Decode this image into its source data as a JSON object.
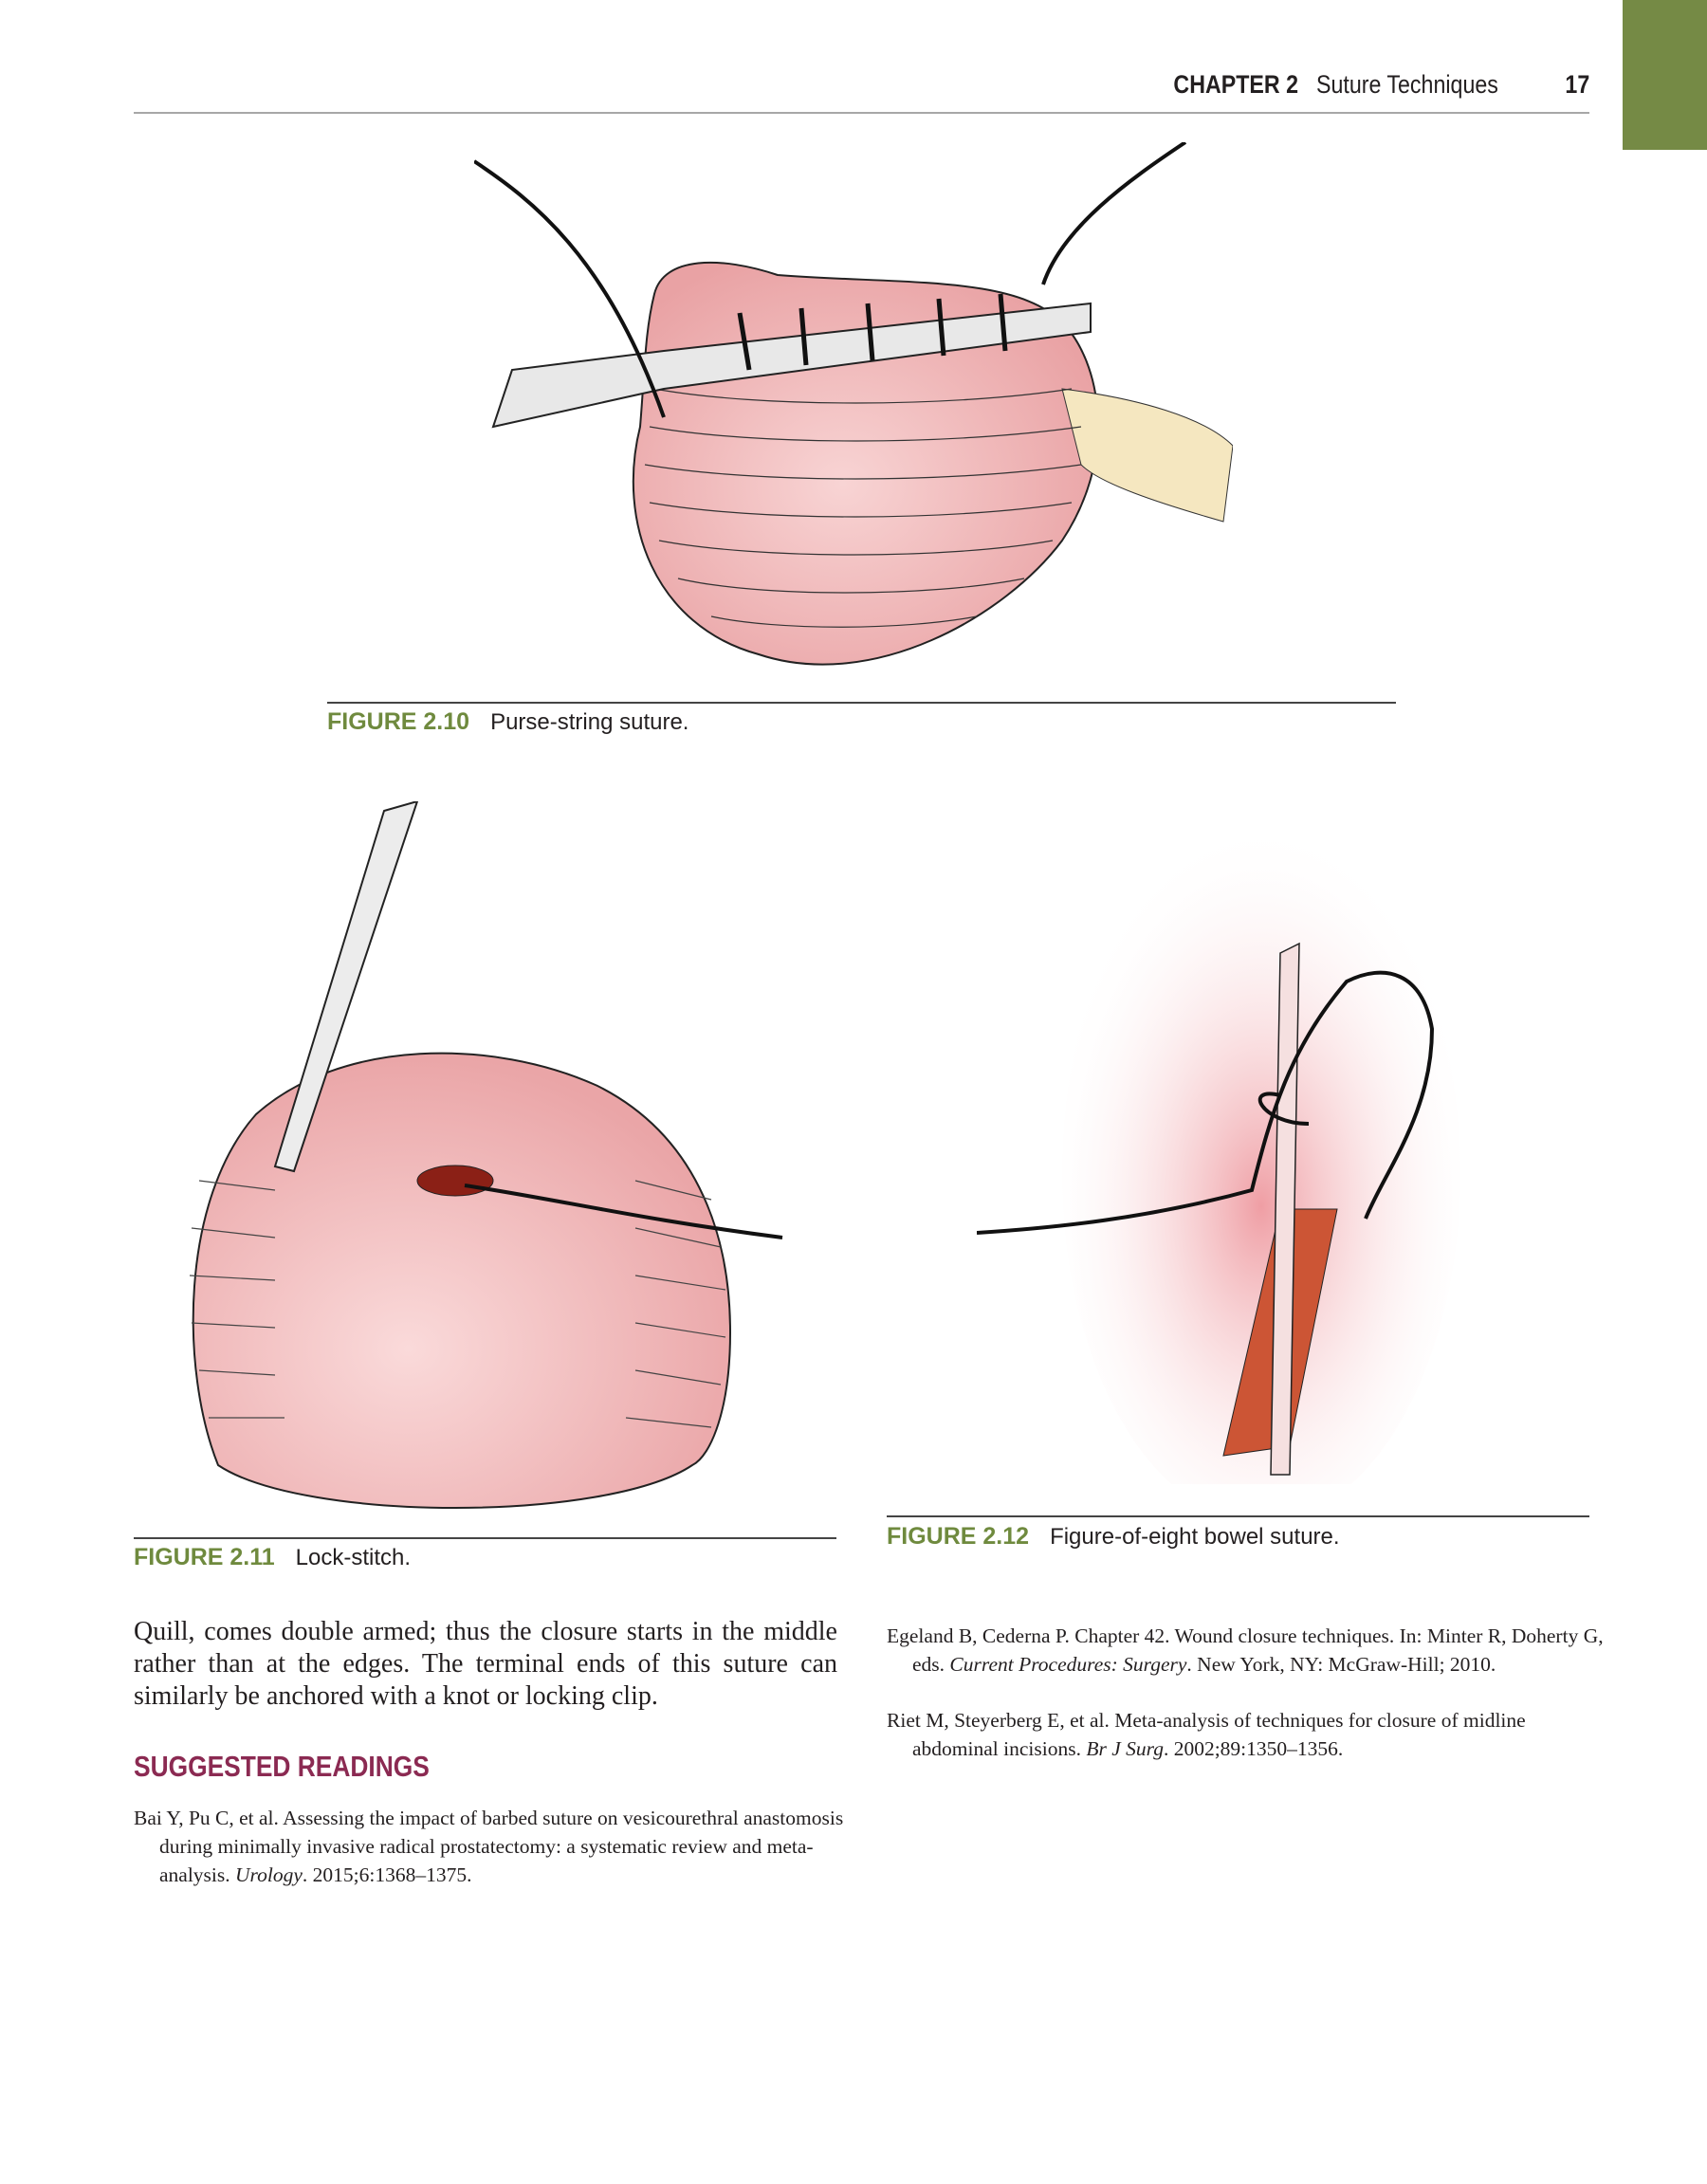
{
  "header": {
    "chapter": "CHAPTER 2",
    "title": "Suture Techniques",
    "page_number": "17"
  },
  "figures": [
    {
      "number": "FIGURE 2.10",
      "caption": "Purse-string suture."
    },
    {
      "number": "FIGURE 2.11",
      "caption": "Lock-stitch."
    },
    {
      "number": "FIGURE 2.12",
      "caption": "Figure-of-eight bowel suture."
    }
  ],
  "body_text": "Quill, comes double armed; thus the closure starts in the middle rather than at the edges. The terminal ends of this suture can similarly be anchored with a knot or locking clip.",
  "suggested_readings": {
    "heading": "SUGGESTED READINGS",
    "refs": [
      {
        "pre": "Bai Y, Pu C, et al. Assessing the impact of barbed suture on vesicourethral anastomosis during minimally invasive radical prostatectomy: a systematic review and meta-analysis. ",
        "journal": "Urology",
        "post": ". 2015;6:1368–1375."
      },
      {
        "pre": "Egeland B, Cederna P. Chapter 42. Wound closure techniques. In: Minter R, Doherty G, eds. ",
        "journal": "Current Procedures: Surgery",
        "post": ". New York, NY: McGraw-Hill; 2010."
      },
      {
        "pre": "Riet M, Steyerberg E, et al. Meta-analysis of techniques for closure of midline abdominal incisions. ",
        "journal": "Br J Surg",
        "post": ". 2002;89:1350–1356."
      }
    ]
  },
  "colors": {
    "accent_green": "#758a45",
    "heading_maroon": "#8b2a52",
    "tissue_pink": "#eeb0b0"
  }
}
